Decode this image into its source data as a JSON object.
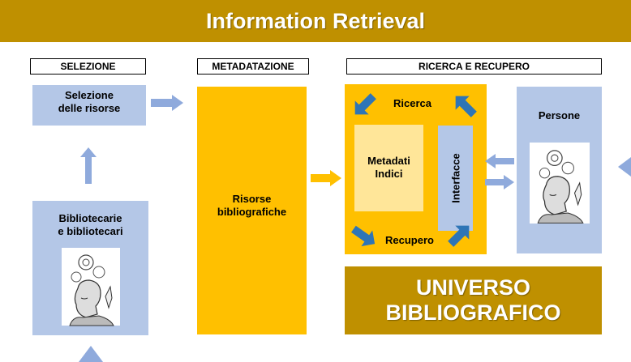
{
  "title": "Information Retrieval",
  "headers": {
    "selezione": "SELEZIONE",
    "metadatazione": "METADATAZIONE",
    "ricerca_recupero": "RICERCA E RECUPERO"
  },
  "boxes": {
    "selezione_risorse": [
      "Selezione",
      "delle risorse"
    ],
    "bibliotecari": [
      "Bibliotecarie",
      "e bibliotecari"
    ],
    "risorse": [
      "Risorse",
      "bibliografiche"
    ],
    "ricerca": "Ricerca",
    "recupero": "Recupero",
    "metadati": [
      "Metadati",
      "Indici"
    ],
    "interfacce": "Interfacce",
    "persone": "Persone"
  },
  "universo": [
    "UNIVERSO",
    "BIBLIOGRAFICO"
  ],
  "colors": {
    "gold_dark": "#BF9000",
    "gold": "#FFC000",
    "light_yellow": "#FFE699",
    "light_blue": "#B4C7E7",
    "arrow_blue": "#2E75B6",
    "arrow_light_blue": "#8FAADC"
  },
  "icons": [
    "person-head-engraving-icon"
  ]
}
